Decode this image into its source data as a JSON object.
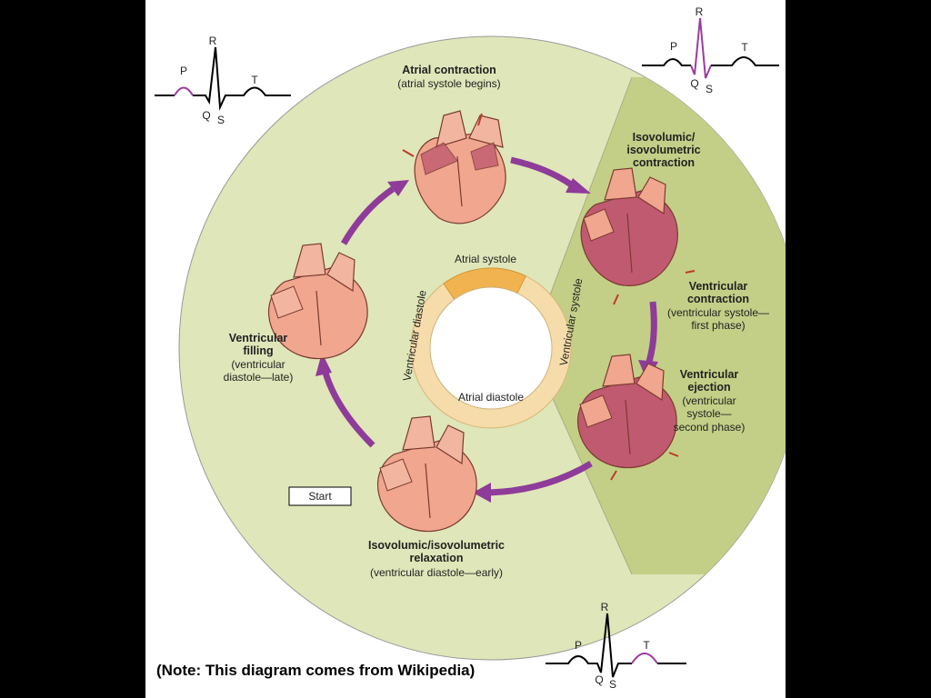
{
  "stages": {
    "atrial_contraction": {
      "title": "Atrial contraction",
      "subtitle": "(atrial systole begins)"
    },
    "isovolumic_contraction": {
      "title_lines": [
        "Isovolumic/",
        "isovolumetric",
        "contraction"
      ]
    },
    "ventricular_contraction": {
      "title": "Ventricular",
      "title2": "contraction",
      "sub1": "(ventricular systole—",
      "sub2": "first phase)"
    },
    "ventricular_ejection": {
      "title": "Ventricular",
      "title2": "ejection",
      "sub1": "(ventricular",
      "sub2": "systole—",
      "sub3": "second phase)"
    },
    "isovolumic_relaxation": {
      "title": "Isovolumic/isovolumetric",
      "title2": "relaxation",
      "subtitle": "(ventricular diastole—early)"
    },
    "ventricular_filling": {
      "title": "Ventricular",
      "title2": "filling",
      "sub1": "(ventricular",
      "sub2": "diastole—late)"
    }
  },
  "ring_labels": {
    "atrial_systole": "Atrial systole",
    "atrial_diastole": "Atrial diastole",
    "ventricular_diastole": "Ventricular diastole",
    "ventricular_systole": "Ventricular systole"
  },
  "start_label": "Start",
  "ecg": {
    "p": "P",
    "q": "Q",
    "r": "R",
    "s": "S",
    "t": "T"
  },
  "note": "(Note: This diagram comes from Wikipedia)",
  "colors": {
    "diastole_bg": "#dfe6b9",
    "systole_bg": "#c3cf86",
    "arrow": "#8e3b9a",
    "ring": "#f6dcaa",
    "ring_systole": "#f0b34f",
    "heart": "#f0a68f",
    "heart_dark": "#c05a70",
    "highlight": "#9b3c9f"
  }
}
